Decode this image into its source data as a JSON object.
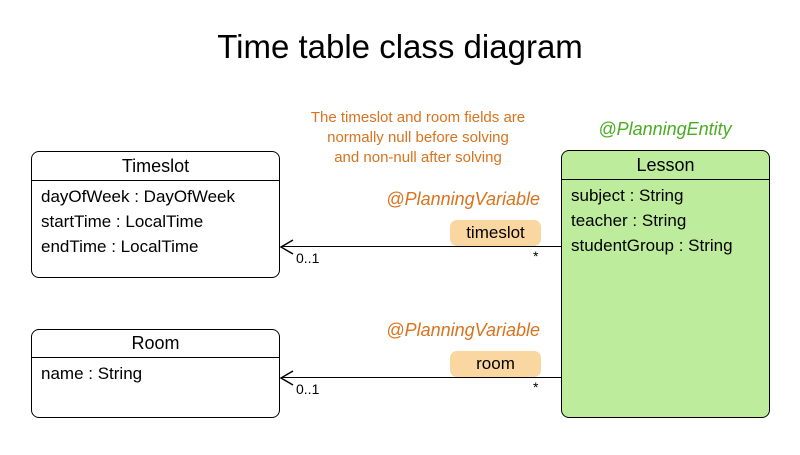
{
  "title": "Time table class diagram",
  "note": {
    "line1": "The timeslot and room fields are",
    "line2": "normally null before solving",
    "line3": "and non-null after solving"
  },
  "classes": {
    "timeslot": {
      "name": "Timeslot",
      "fields": [
        "dayOfWeek : DayOfWeek",
        "startTime : LocalTime",
        "endTime : LocalTime"
      ]
    },
    "room": {
      "name": "Room",
      "fields": [
        "name : String"
      ]
    },
    "lesson": {
      "name": "Lesson",
      "annotation": "@PlanningEntity",
      "fields": [
        "subject : String",
        "teacher : String",
        "studentGroup : String"
      ]
    }
  },
  "associations": {
    "timeslot": {
      "annotation": "@PlanningVariable",
      "label": "timeslot",
      "multiplicity_target": "0..1",
      "multiplicity_source": "*"
    },
    "room": {
      "annotation": "@PlanningVariable",
      "label": "room",
      "multiplicity_target": "0..1",
      "multiplicity_source": "*"
    }
  },
  "colors": {
    "annotation_orange": "#d9731e",
    "annotation_green": "#4aad21",
    "entity_fill": "#bdec9c",
    "variable_badge_fill": "#fad7a0",
    "line_color": "#000000"
  }
}
